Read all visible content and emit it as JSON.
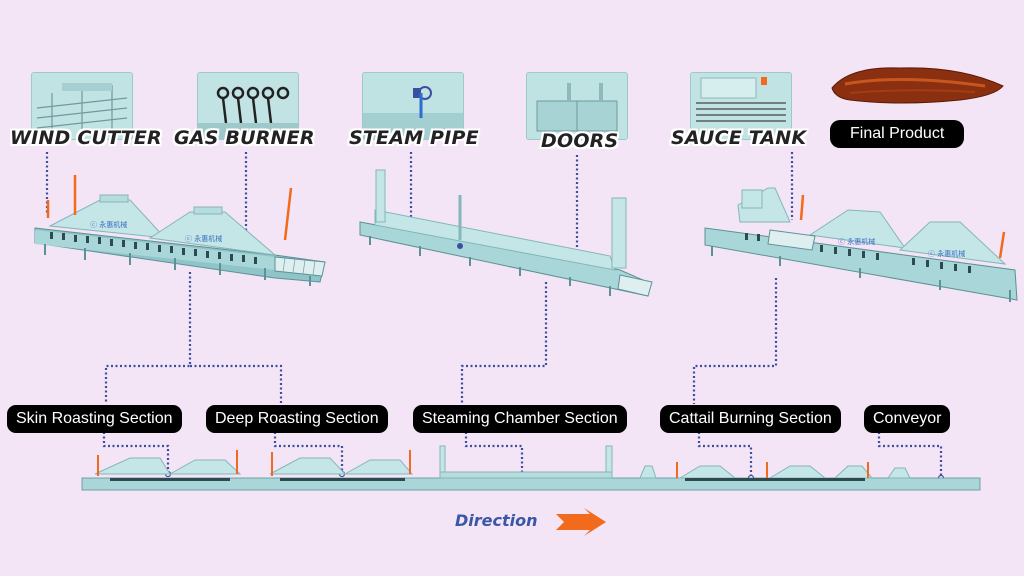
{
  "callouts": {
    "wind_cutter": "WIND CUTTER",
    "gas_burner": "GAS BURNER",
    "steam_pipe": "STEAM PIPE",
    "doors": "DOORS",
    "sauce_tank": "SAUCE TANK"
  },
  "final_product": "Final Product",
  "sections": {
    "skin_roasting": "Skin Roasting Section",
    "deep_roasting": "Deep Roasting Section",
    "steaming_chamber": "Steaming Chamber Section",
    "cattail_burning": "Cattail Burning Section",
    "conveyor": "Conveyor"
  },
  "direction_label": "Direction",
  "colors": {
    "background": "#f3e4f6",
    "machine": "#a9d6d8",
    "machine_dark": "#6fa2a6",
    "connector": "#3b4fa0",
    "arrow": "#f26a1b",
    "direction_text": "#3a56a6",
    "pill_bg": "#000000"
  }
}
